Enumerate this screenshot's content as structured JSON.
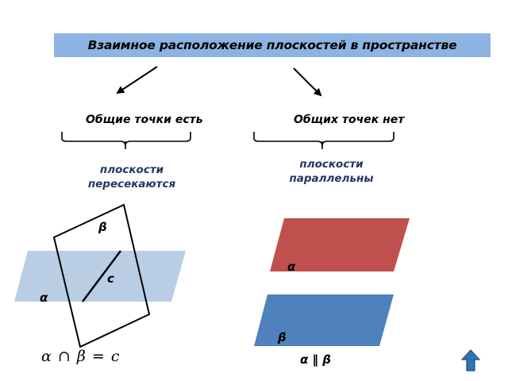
{
  "title": "Взаимное расположение плоскостей в пространстве",
  "branches": {
    "left": {
      "header": "Общие точки есть",
      "result": "плоскости пересекаются",
      "labels": {
        "beta": "β",
        "line": "c",
        "alpha": "α"
      },
      "formula": "α ∩ β = c"
    },
    "right": {
      "header": "Общих точек нет",
      "result": "плоскости параллельны",
      "labels": {
        "alpha": "α",
        "beta": "β"
      },
      "formula": "α ‖ β"
    }
  },
  "colors": {
    "title_bar": "#8db3e2",
    "plane_alpha_left": "#b9cde5",
    "plane_alpha_right": "#c0504d",
    "plane_beta_right": "#4f81bd",
    "result_text": "#1f3864",
    "nav_arrow": "#2e75b6"
  },
  "icons": {
    "nav": "up-arrow-icon"
  }
}
